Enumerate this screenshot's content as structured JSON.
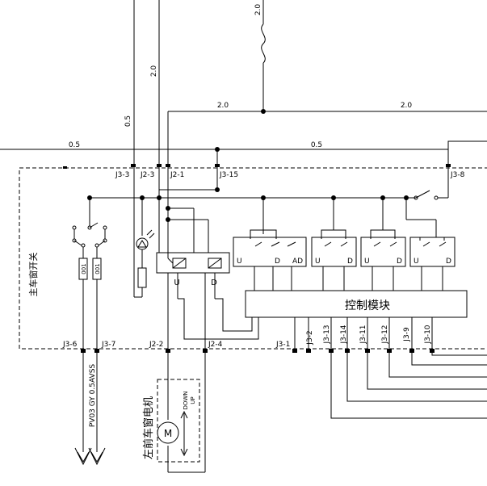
{
  "wire_labels": {
    "top_vertical": "2.0",
    "left_vertical": "2.0",
    "far_left_vertical": "0.5",
    "bus_left": "2.0",
    "bus_right": "2.0",
    "lower_left": "0.5",
    "lower_mid": "0.5"
  },
  "connectors_top": [
    "J3-3",
    "J2-3",
    "J2-1",
    "J3-15",
    "J3-8"
  ],
  "connectors_bottom": [
    "J3-6",
    "J3-7",
    "J2-2",
    "J2-4",
    "J3-1",
    "J3-2",
    "J3-13",
    "J3-14",
    "J3-11",
    "J3-12",
    "J3-9",
    "J3-10"
  ],
  "main_switch_label": "主车窗开关",
  "control_module_label": "控制模块",
  "motor_label": "左前车窗电机",
  "motor_symbol": "M",
  "motor_directions": [
    "DOWN",
    "UP"
  ],
  "relay_labels": [
    "U",
    "D"
  ],
  "switch_labels": [
    "U",
    "AD",
    "D",
    "U",
    "D",
    "U",
    "D",
    "U",
    "D"
  ],
  "resistor_labels": [
    "001",
    "001"
  ],
  "wire_code": "PV03 GY 0.5AVSS"
}
